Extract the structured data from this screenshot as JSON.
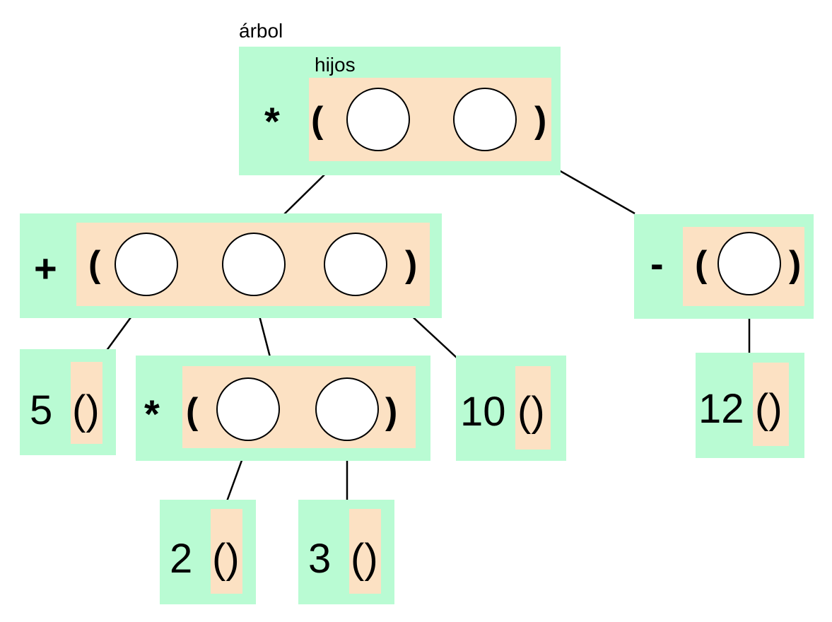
{
  "labels": {
    "arbol": "árbol",
    "hijos": "hijos"
  },
  "nodes": {
    "root": {
      "op": "*",
      "open": "(",
      "close": ")"
    },
    "plus": {
      "op": "+",
      "open": "(",
      "close": ")"
    },
    "minus": {
      "op": "-",
      "open": "(",
      "close": ")"
    },
    "mult2": {
      "op": "*",
      "open": "(",
      "close": ")"
    },
    "five": {
      "value": "5",
      "parens": "()"
    },
    "ten": {
      "value": "10",
      "parens": "()"
    },
    "twelve": {
      "value": "12",
      "parens": "()"
    },
    "two": {
      "value": "2",
      "parens": "()"
    },
    "three": {
      "value": "3",
      "parens": "()"
    }
  },
  "colors": {
    "node_bg": "#b9fbd3",
    "children_bg": "#fce1c3",
    "child_slot": "#ffffff",
    "edge": "#000000"
  }
}
